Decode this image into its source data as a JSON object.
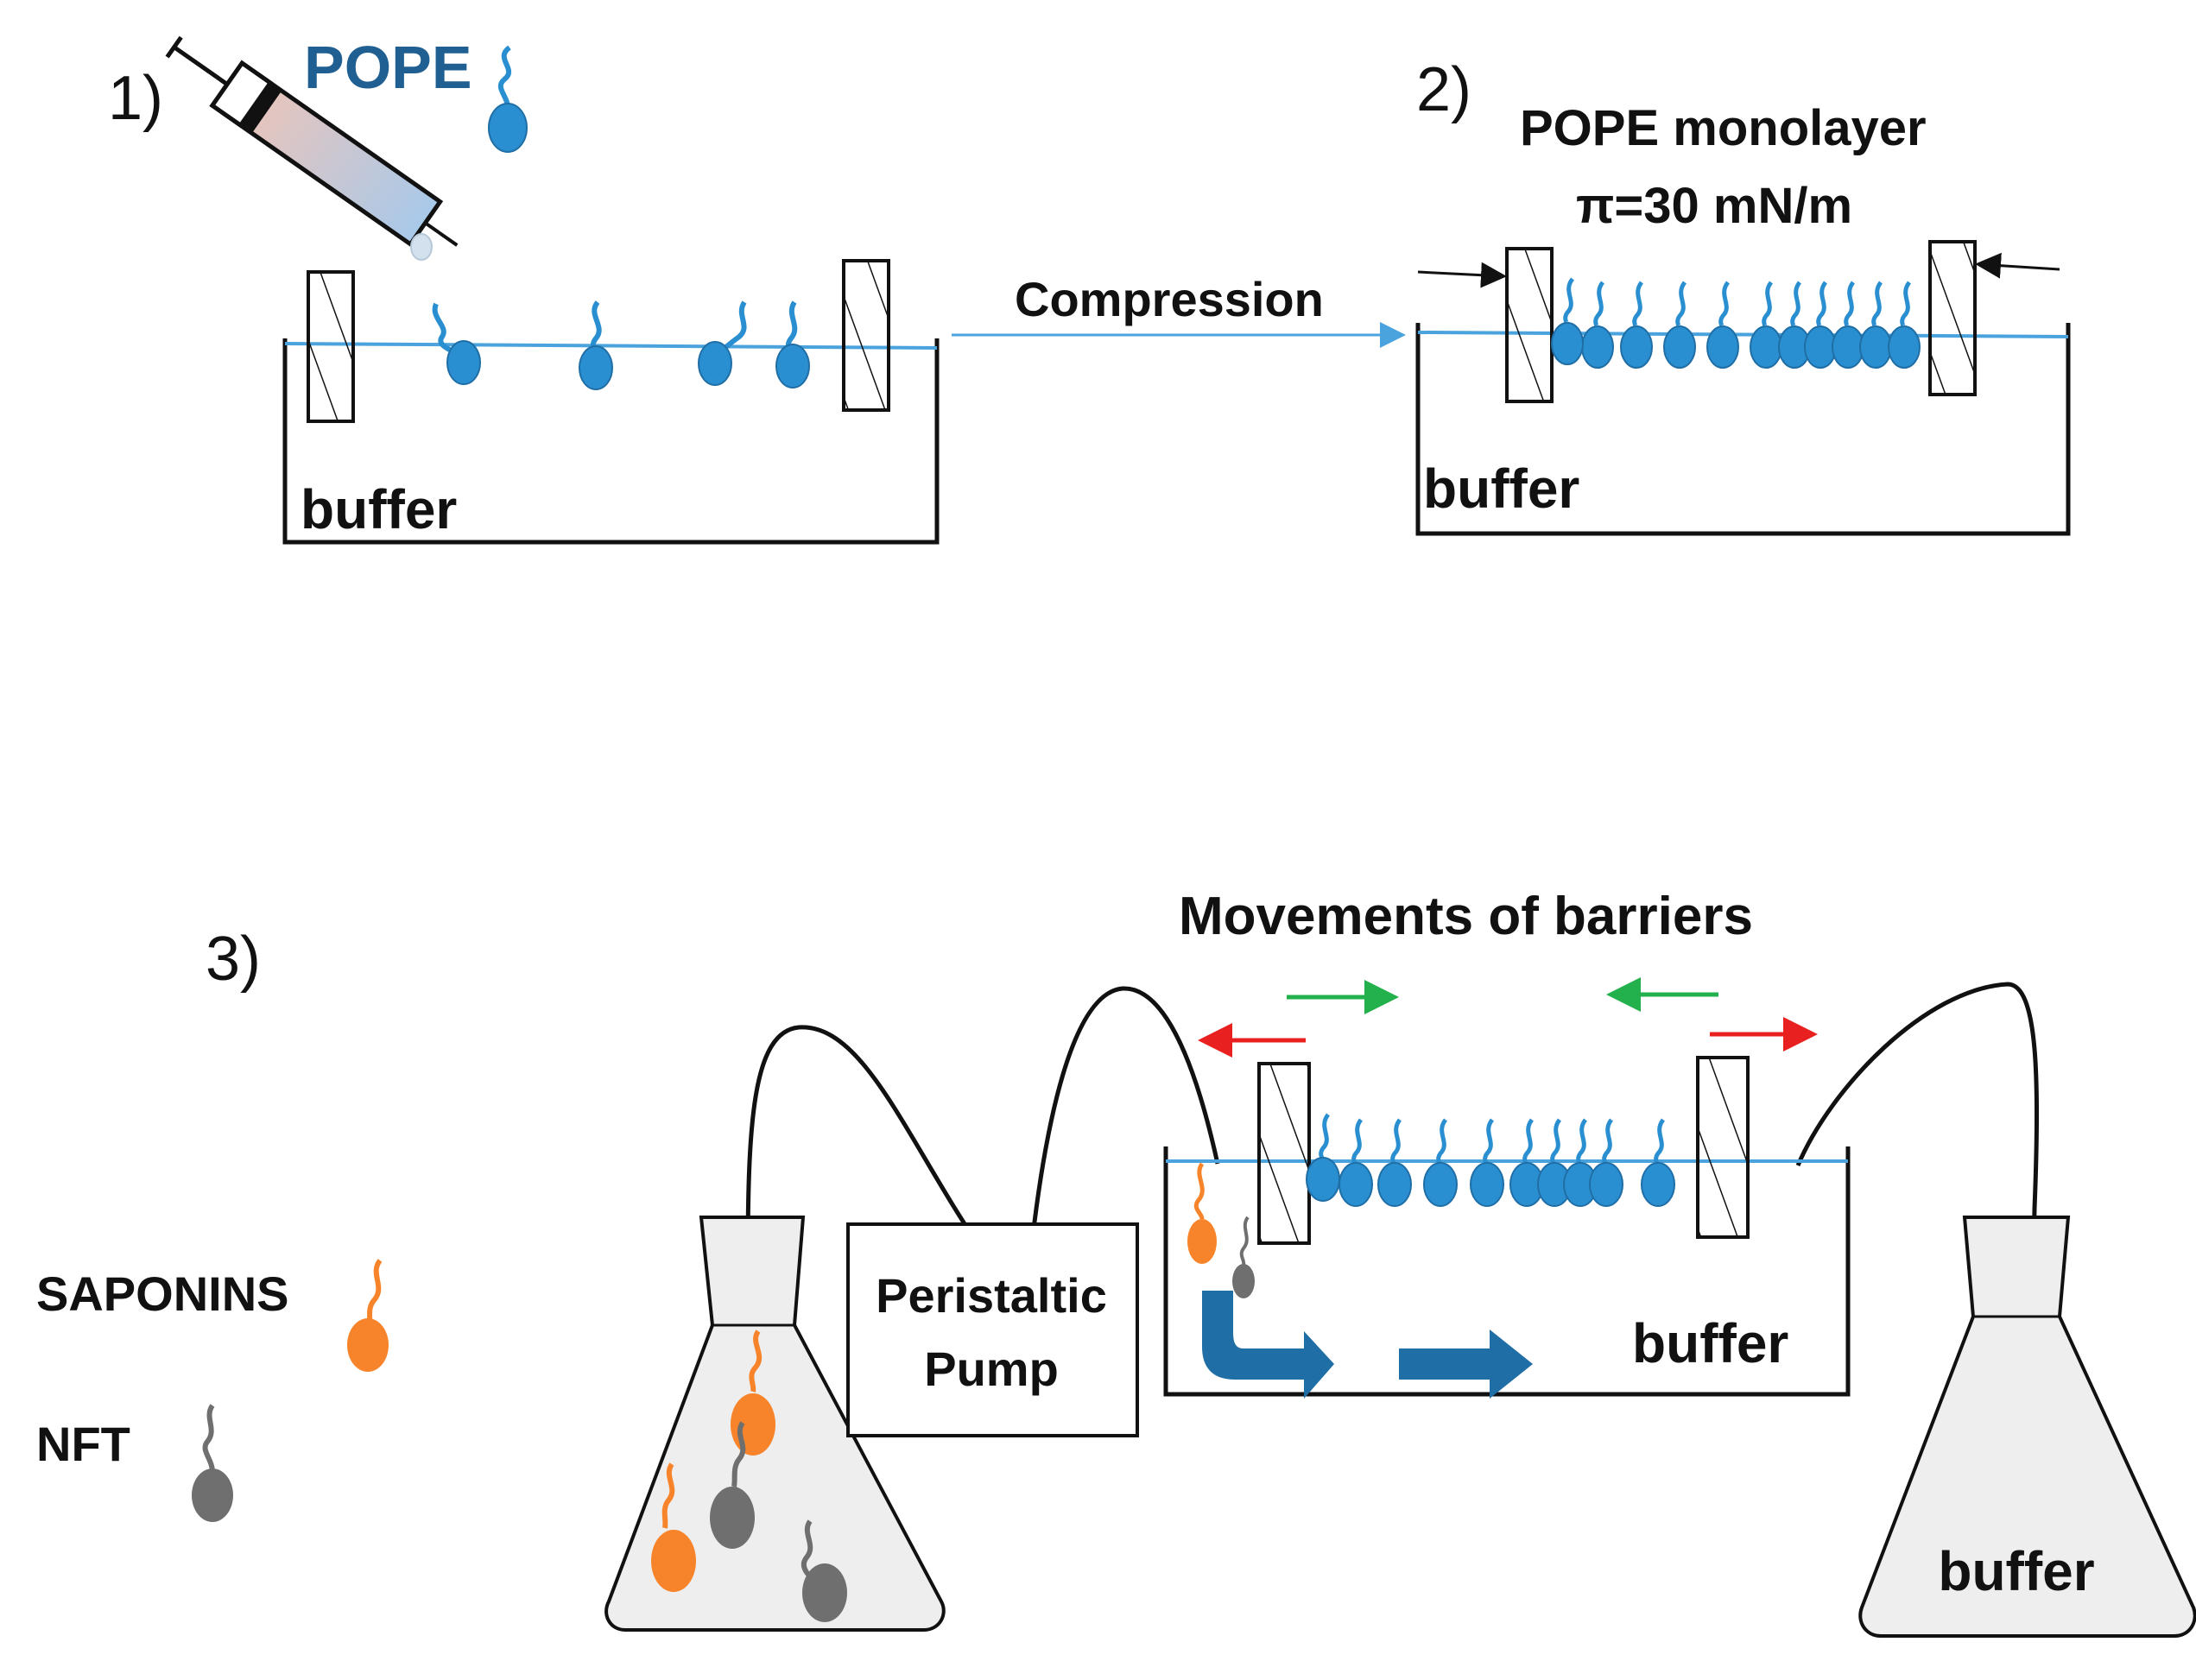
{
  "colors": {
    "lipid": "#2a8fd0",
    "lipid_text": "#1f5f92",
    "saponin": "#f7842a",
    "nft": "#6f6f6f",
    "water_line": "#4aa3dc",
    "green_arrow": "#22b14c",
    "red_arrow": "#e8201f",
    "flow_arrow": "#1f6ea6",
    "flask_fill": "#eeeeee"
  },
  "step1": {
    "label": "1)",
    "lipid_name": "POPE",
    "buffer_label": "buffer"
  },
  "transition": {
    "label": "Compression"
  },
  "step2": {
    "label": "2)",
    "title": "POPE monolayer",
    "pressure": "π=30 mN/m",
    "buffer_label": "buffer"
  },
  "step3": {
    "label": "3)",
    "title": "Movements of barriers",
    "pump_line1": "Peristaltic",
    "pump_line2": "Pump",
    "trough_buffer": "buffer",
    "flask_buffer": "buffer"
  },
  "legend": [
    {
      "name": "SAPONINS",
      "icon": "saponin-molecule-icon"
    },
    {
      "name": "NFT",
      "icon": "nft-molecule-icon"
    }
  ]
}
